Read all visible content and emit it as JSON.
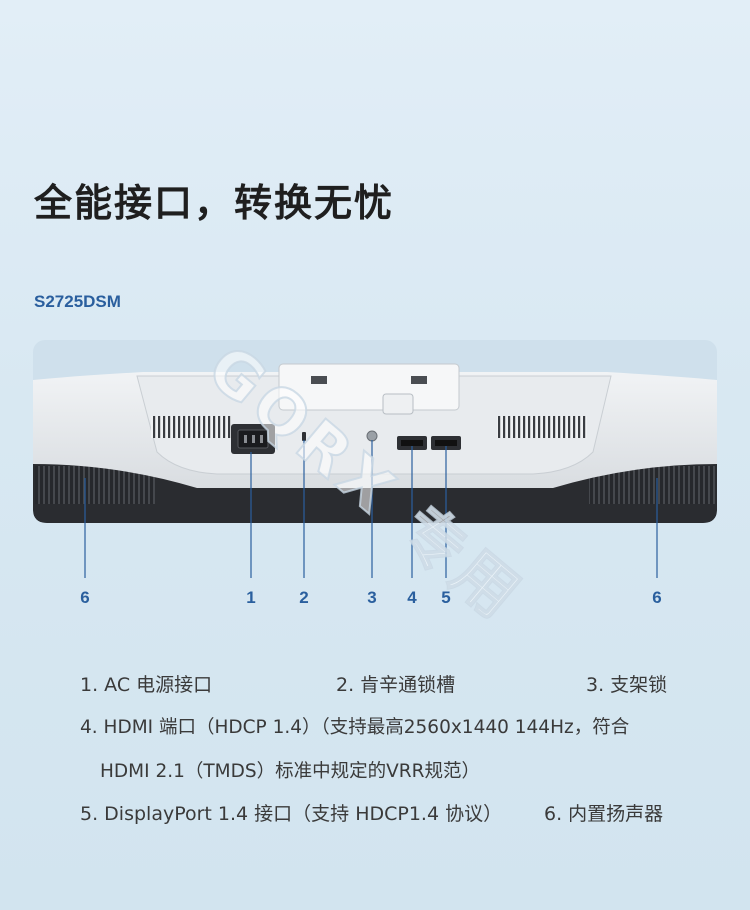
{
  "title": "全能接口，转换无忧",
  "model": "S2725DSM",
  "watermark": "GQRX 专用",
  "callout_numbers": [
    "6",
    "1",
    "2",
    "3",
    "4",
    "5",
    "6"
  ],
  "legend": {
    "item1": "1. AC 电源接口",
    "item2": "2. 肯辛通锁槽",
    "item3": "3. 支架锁",
    "item4_line1": "4. HDMI 端口（HDCP 1.4）（支持最高2560x1440 144Hz，符合",
    "item4_line2": "HDMI 2.1（TMDS）标准中规定的VRR规范）",
    "item5": "5. DisplayPort 1.4 接口（支持 HDCP1.4 协议）",
    "item6": "6. 内置扬声器"
  },
  "colors": {
    "accent": "#2a5f9e",
    "background": "#dbe9f3",
    "text": "#2b2b2b"
  }
}
